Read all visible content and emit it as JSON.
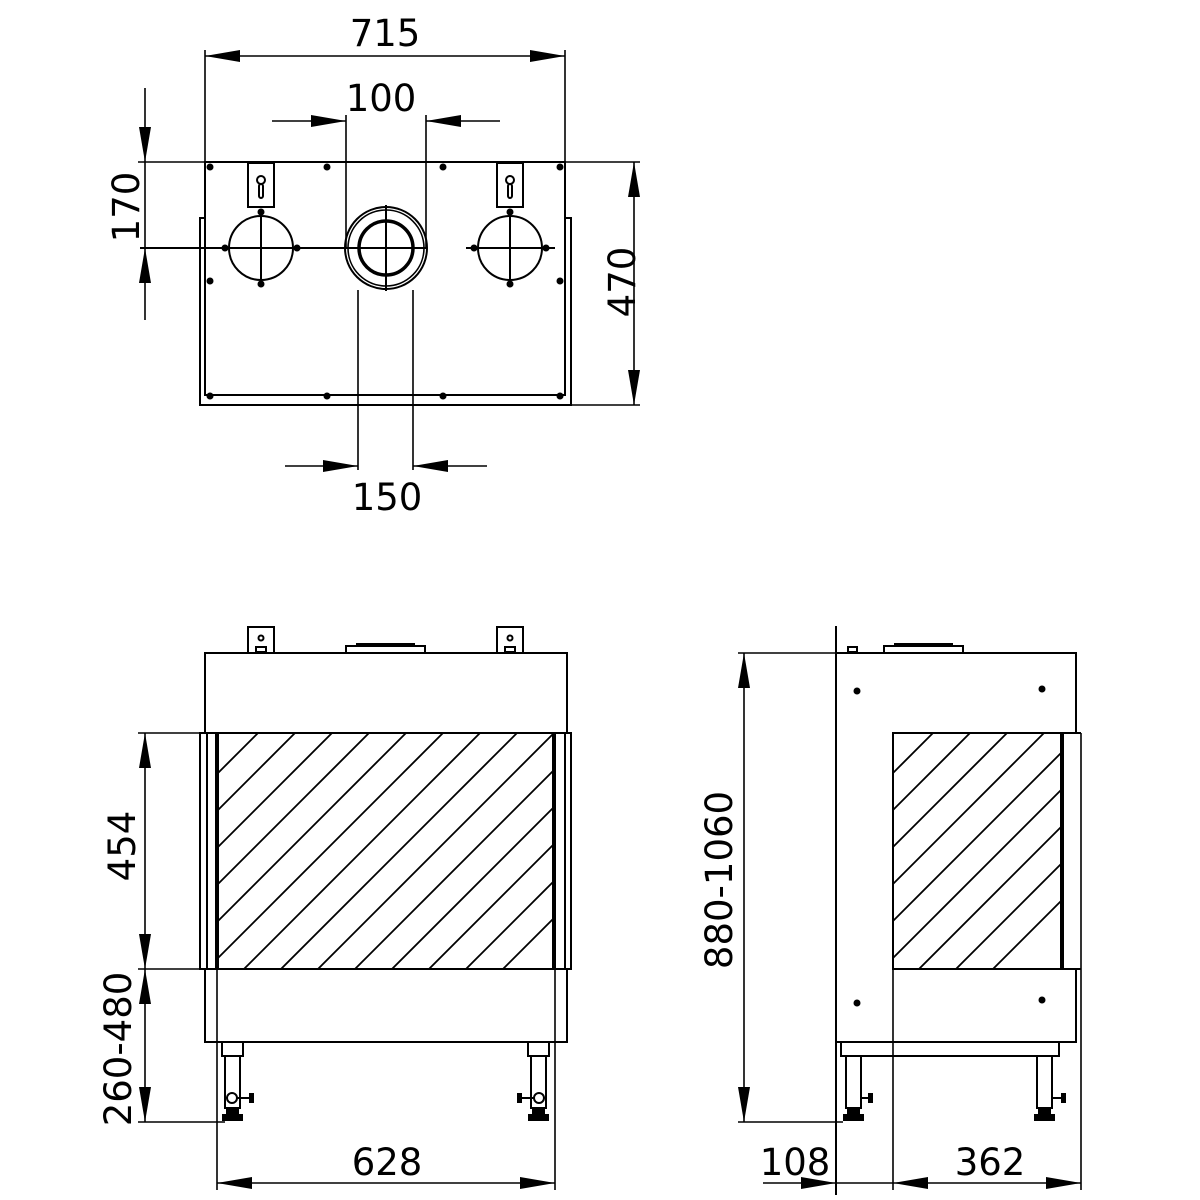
{
  "drawing": {
    "subject": "Fireplace insert dimension drawing",
    "views": {
      "top": {
        "label": "top-view",
        "dimensions": {
          "overall_width": "715",
          "flue_inner": "100",
          "flue_outer": "150",
          "flue_offset_depth": "170",
          "overall_depth": "470"
        }
      },
      "front": {
        "label": "front-view",
        "dimensions": {
          "glass_height": "454",
          "base_height": "260-480",
          "glass_width": "628"
        }
      },
      "side": {
        "label": "side-view",
        "dimensions": {
          "total_height": "880-1060",
          "front_offset": "108",
          "glass_depth": "362"
        }
      }
    },
    "colors": {
      "line": "#000000",
      "background": "#ffffff"
    }
  }
}
